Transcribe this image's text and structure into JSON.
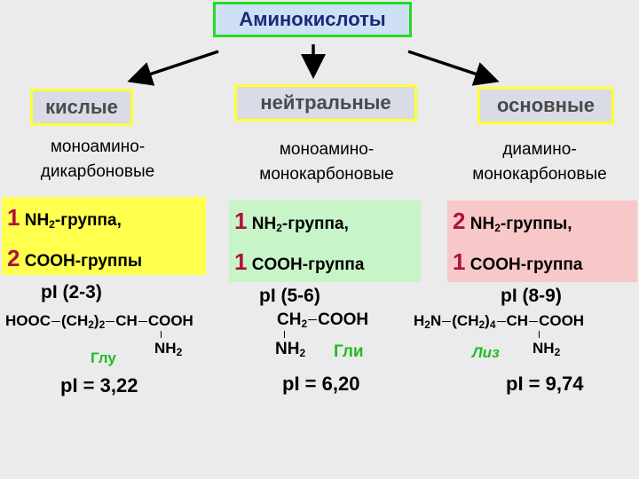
{
  "title": "Аминокислоты",
  "categories": [
    {
      "label": "кислые",
      "desc_line1": "моноамино-",
      "desc_line2": "дикарбоновые",
      "nh2_count": "1",
      "nh2_text": "-группа,",
      "cooh_count": "2",
      "cooh_text": "COOH-группы",
      "pi_range": "pI (2-3)",
      "formula_main_a": "HOOC",
      "formula_main_b": "(CH",
      "formula_main_sub": "2",
      "formula_main_c": ")",
      "formula_main_sub2": "2",
      "formula_main_d": "CH",
      "formula_main_e": "COOH",
      "formula_sub": "NH",
      "formula_sub_idx": "2",
      "abbrev": "Глу",
      "pi_value": "pI = 3,22",
      "bg": "#ffff4d"
    },
    {
      "label": "нейтральные",
      "desc_line1": "моноамино-",
      "desc_line2": "монокарбоновые",
      "nh2_count": "1",
      "nh2_text": "-группа,",
      "cooh_count": "1",
      "cooh_text": "COOH-группа",
      "pi_range": "pI (5-6)",
      "formula_main_a": "CH",
      "formula_main_sub": "2",
      "formula_main_b": "COOH",
      "formula_sub": "NH",
      "formula_sub_idx": "2",
      "abbrev": "Гли",
      "pi_value": "pI = 6,20",
      "bg": "#c8f5c8"
    },
    {
      "label": "основные",
      "desc_line1": "диамино-",
      "desc_line2": "монокарбоновые",
      "nh2_count": "2",
      "nh2_text": "-группы,",
      "cooh_count": "1",
      "cooh_text": "COOH-группа",
      "pi_range": "pI (8-9)",
      "formula_main_a": "H",
      "formula_main_sub0": "2",
      "formula_main_a2": "N",
      "formula_main_b": "(CH",
      "formula_main_sub": "2",
      "formula_main_c": ")",
      "formula_main_sub2": "4",
      "formula_main_d": "CH",
      "formula_main_e": "COOH",
      "formula_sub": "NH",
      "formula_sub_idx": "2",
      "abbrev": "Лиз",
      "pi_value": "pI = 9,74",
      "bg": "#f8c8c8"
    }
  ],
  "nh2_label": "NH",
  "nh2_index": "2",
  "colors": {
    "accent_number": "#b01038",
    "abbrev": "#22bb22",
    "title_border": "#22dd22",
    "cat_border": "#ffff33"
  }
}
